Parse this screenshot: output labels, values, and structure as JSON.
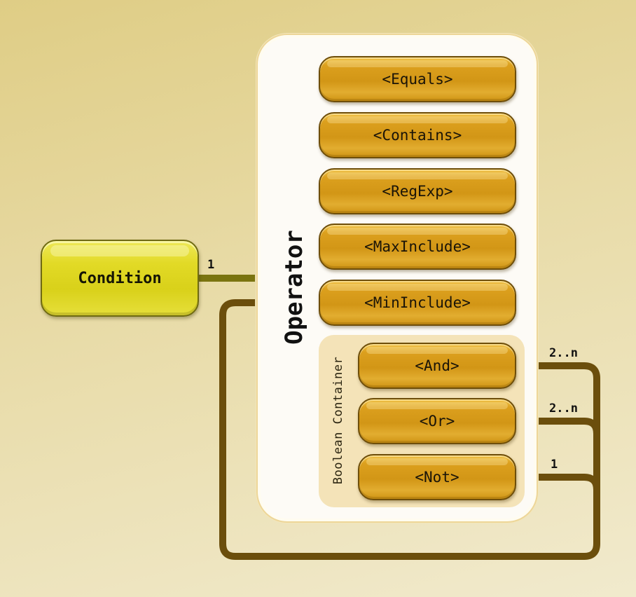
{
  "condition": {
    "label": "Condition"
  },
  "operator": {
    "label": "Operator",
    "items": [
      "<Equals>",
      "<Contains>",
      "<RegExp>",
      "<MaxInclude>",
      "<MinInclude>"
    ]
  },
  "boolean_container": {
    "label": "Boolean Container",
    "items": [
      "<And>",
      "<Or>",
      "<Not>"
    ]
  },
  "multiplicities": {
    "condition": "1",
    "and": "2..n",
    "or": "2..n",
    "not": "1"
  },
  "colors": {
    "condition_fill": "#dcd41e",
    "element_fill": "#d8a01a",
    "connector": "#6b4e0c",
    "condition_connector": "#7a7410"
  }
}
